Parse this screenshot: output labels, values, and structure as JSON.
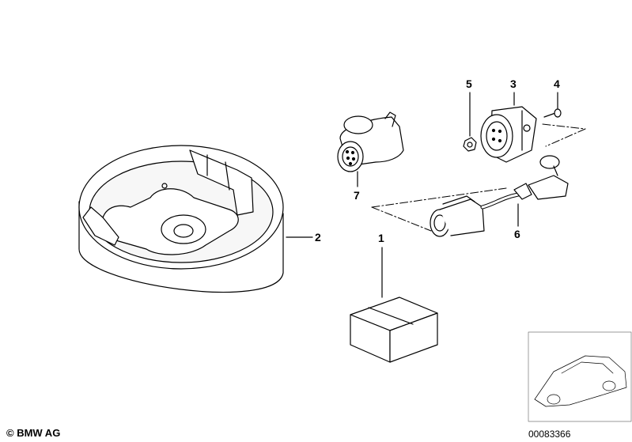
{
  "callouts": {
    "c1": "1",
    "c2": "2",
    "c3": "3",
    "c4": "4",
    "c5": "5",
    "c6": "6",
    "c7": "7"
  },
  "footer": {
    "copyright": "© BMW AG",
    "image_number": "00083366"
  }
}
